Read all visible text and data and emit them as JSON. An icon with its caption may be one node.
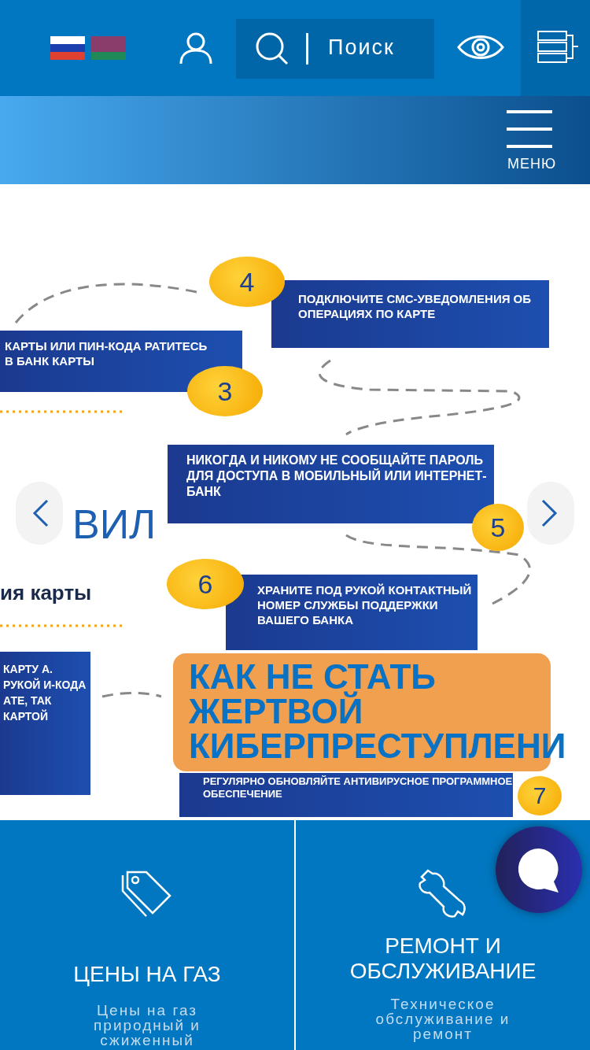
{
  "diagram": {
    "labels": [
      "Поиск",
      "МЕНЮ",
      "4",
      "ПОДКЛЮЧИТЕ СМС-УВЕДОМЛЕНИЯ ОБ ОПЕРАЦИЯХ ПО КАРТЕ",
      "КАРТЫ ИЛИ ПИН-КОДА РАТИТЕСЬ В БАНК КАРТЫ",
      "3",
      "НИКОГДА И НИКОМУ НЕ СООБЩАЙТЕ ПАРОЛЬ ДЛЯ ДОСТУПА В МОБИЛЬНЫЙ ИЛИ ИНТЕРНЕТ-БАНК",
      "ВИЛ",
      "5",
      "6",
      "ия карты",
      "ХРАНИТЕ ПОД РУКОЙ КОНТАКТНЫЙ НОМЕР СЛУЖБЫ ПОДДЕРЖКИ ВАШЕГО БАНКА",
      "КАРТУ А. РУКОЙ И-КОДА АТЕ, ТАК КАРТОЙ",
      "КАК НЕ СТАТЬ ЖЕРТВОЙ КИБЕРПРЕСТУПЛЕНИ",
      "7",
      "РЕГУЛЯРНО ОБНОВЛЯЙТЕ АНТИВИРУСНОЕ ПРОГРАММНОЕ ОБЕСПЕЧЕНИЕ",
      "ЦЕНЫ НА ГАЗ",
      "РЕМОНТ И ОБСЛУЖИВАНИЕ",
      "Цены на газ природный и сжиженный",
      "Техническое обслуживание и ремонт"
    ]
  }
}
